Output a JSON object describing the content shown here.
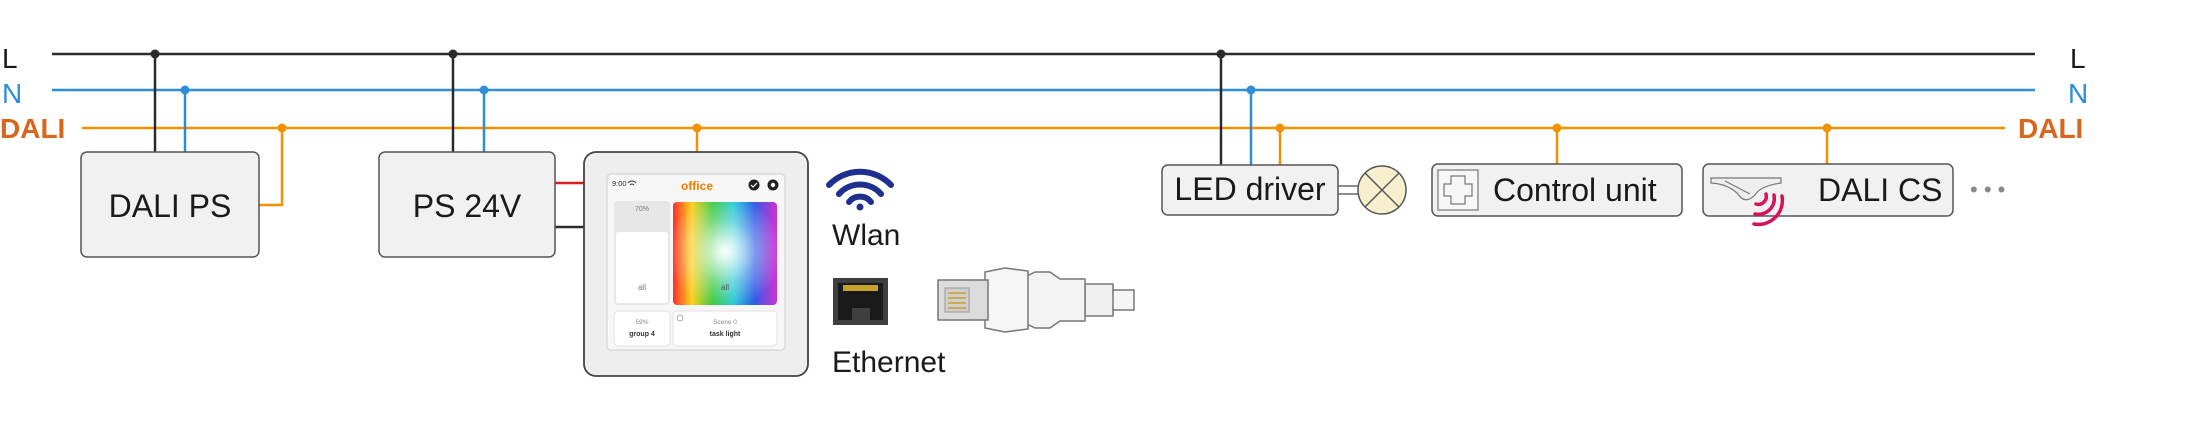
{
  "bus": {
    "l_label": "L",
    "n_label": "N",
    "dali_label": "DALI"
  },
  "devices": {
    "dali_ps": "DALI PS",
    "ps24v": "PS 24V",
    "led_driver": "LED driver",
    "control_unit": "Control unit",
    "dali_cs": "DALI CS",
    "more": "• • •"
  },
  "panel": {
    "time": "9:00",
    "title": "office",
    "slider_value": "70%",
    "slider_label": "all",
    "color_label": "all",
    "tile1_value": "59%",
    "tile1_label": "group 4",
    "tile2_value": "Scene 0",
    "tile2_label": "task light"
  },
  "connectivity": {
    "wlan": "Wlan",
    "ethernet": "Ethernet"
  },
  "colors": {
    "l": "#2b2b2b",
    "n": "#2d8fd5",
    "dali": "#f39200",
    "dali_text": "#d9661a",
    "panel_accent": "#f07d00",
    "wifi": "#1f2f8f",
    "sensor_waves": "#d4145a"
  }
}
